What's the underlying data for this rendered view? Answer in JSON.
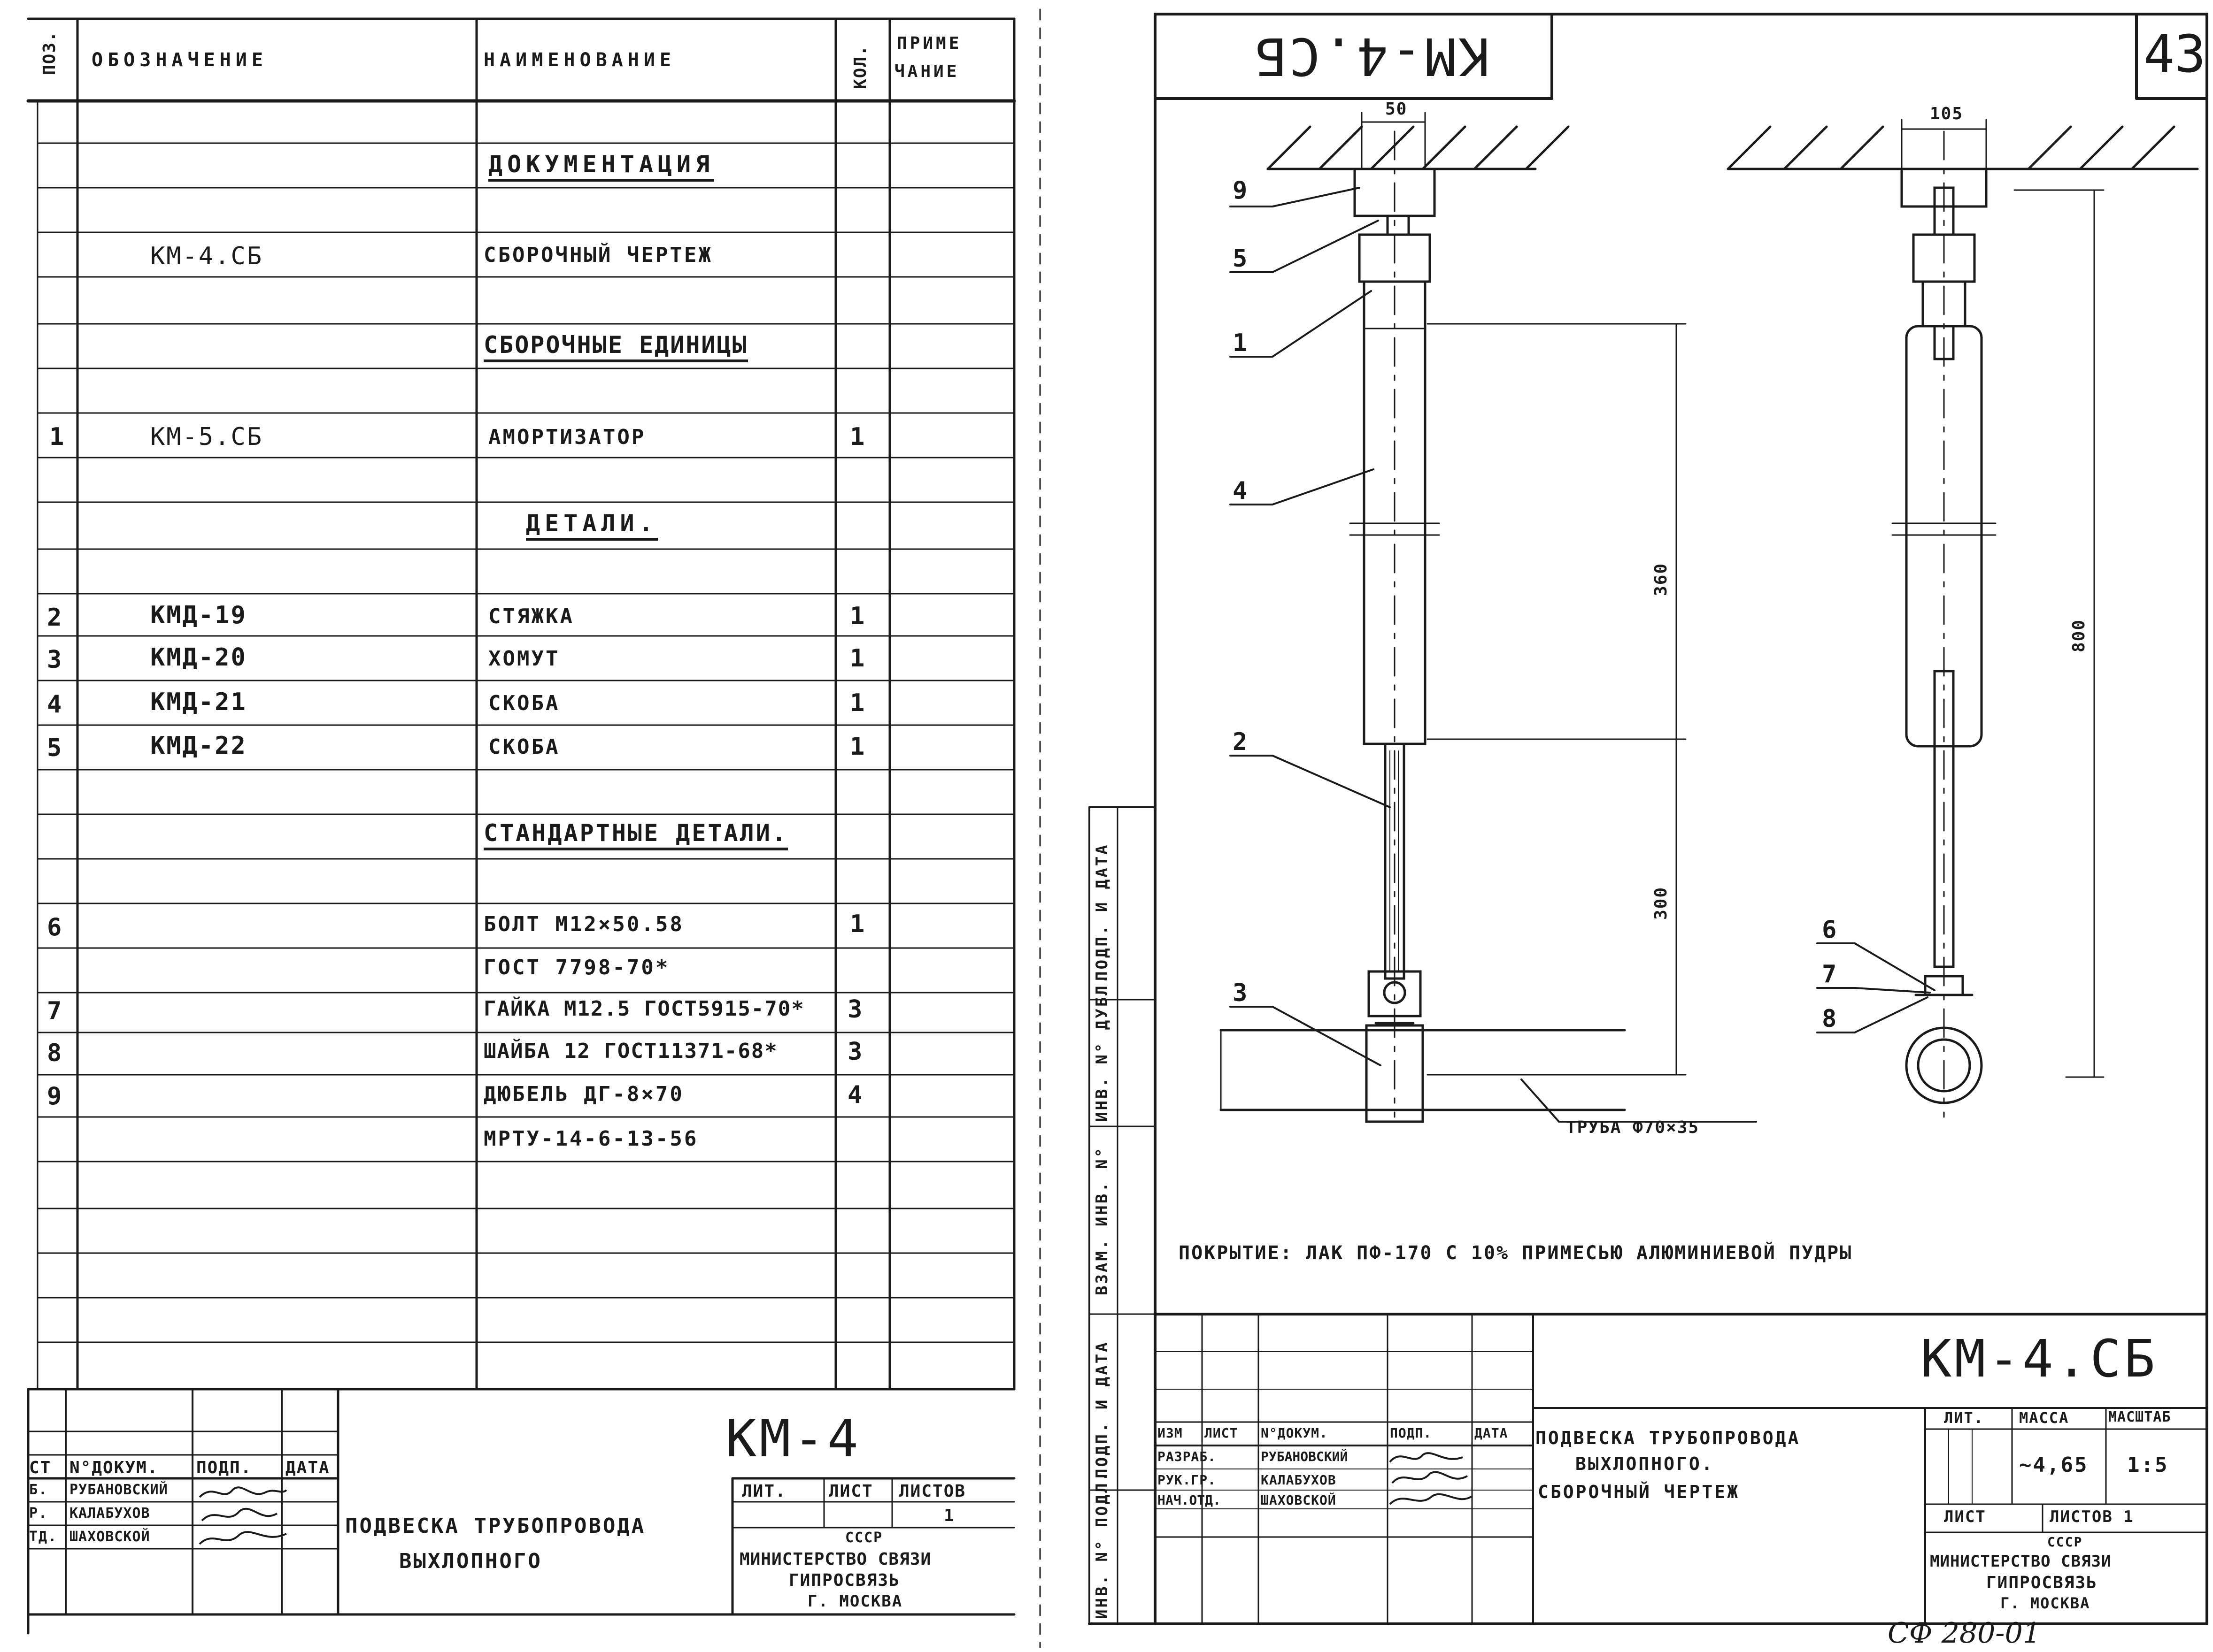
{
  "left_sheet": {
    "columns": {
      "pos": "ПОЗ.",
      "designation": "ОБОЗНАЧЕНИЕ",
      "name": "НАИМЕНОВАНИЕ",
      "qty": "КОЛ.",
      "note_1": "ПРИМЕ",
      "note_2": "ЧАНИЕ"
    },
    "sections": {
      "documentation": "ДОКУМЕНТАЦИЯ",
      "assemblies": "СБОРОЧНЫЕ ЕДИНИЦЫ",
      "details": "ДЕТАЛИ.",
      "standard": "СТАНДАРТНЫЕ ДЕТАЛИ."
    },
    "rows": [
      {
        "pos": "",
        "designation": "КМ-4.СБ",
        "name": "СБОРОЧНЫЙ ЧЕРТЕЖ",
        "qty": ""
      },
      {
        "pos": "1",
        "designation": "КМ-5.СБ",
        "name": "АМОРТИЗАТОР",
        "qty": "1"
      },
      {
        "pos": "2",
        "designation": "КМД-19",
        "name": "СТЯЖКА",
        "qty": "1"
      },
      {
        "pos": "3",
        "designation": "КМД-20",
        "name": "ХОМУТ",
        "qty": "1"
      },
      {
        "pos": "4",
        "designation": "КМД-21",
        "name": "СКОБА",
        "qty": "1"
      },
      {
        "pos": "5",
        "designation": "КМД-22",
        "name": "СКОБА",
        "qty": "1"
      },
      {
        "pos": "6",
        "designation": "",
        "name": "БОЛТ М12×50.58",
        "qty": "1"
      },
      {
        "pos": "",
        "designation": "",
        "name": "ГОСТ 7798-70*",
        "qty": ""
      },
      {
        "pos": "7",
        "designation": "",
        "name": "ГАЙКА М12.5 ГОСТ5915-70*",
        "qty": "3"
      },
      {
        "pos": "8",
        "designation": "",
        "name": "ШАЙБА 12 ГОСТ11371-68*",
        "qty": "3"
      },
      {
        "pos": "9",
        "designation": "",
        "name": "ДЮБЕЛЬ ДГ-8×70",
        "qty": "4"
      },
      {
        "pos": "",
        "designation": "",
        "name": "МРТУ-14-6-13-56",
        "qty": ""
      }
    ],
    "title_block": {
      "code": "КМ-4",
      "h_list": "СТ",
      "h_doc": "N°ДОКУМ.",
      "h_sign": "ПОДП.",
      "h_date": "ДАТА",
      "r1_role": "Б.",
      "r1_name": "РУБАНОВСКИЙ",
      "r2_role": "Р.",
      "r2_name": "КАЛАБУХОВ",
      "r3_role": "ТД.",
      "r3_name": "ШАХОВСКОЙ",
      "title_1": "ПОДВЕСКА ТРУБОПРОВОДА",
      "title_2": "ВЫХЛОПНОГО",
      "lit": "ЛИТ.",
      "sheet": "ЛИСТ",
      "sheets": "ЛИСТОВ",
      "sheets_val": "1",
      "org_1": "СССР",
      "org_2": "МИНИСТЕРСТВО СВЯЗИ",
      "org_3": "ГИПРОСВЯЗЬ",
      "org_4": "Г. МОСКВА"
    }
  },
  "right_sheet": {
    "code_top": "КМ-4.СБ",
    "page_number": "43",
    "dims": {
      "d50": "50",
      "d105": "105",
      "d360": "360",
      "d300": "300",
      "d800": "800"
    },
    "leaders": [
      "9",
      "5",
      "1",
      "4",
      "2",
      "3",
      "6",
      "7",
      "8"
    ],
    "pipe_label": "ТРУБА Ф70×35",
    "coating_note": "ПОКРЫТИЕ: ЛАК ПФ-170 С 10% ПРИМЕСЬЮ АЛЮМИНИЕВОЙ ПУДРЫ",
    "side_labels": [
      "ПОДП. И ДАТА",
      "ИНВ. N° ДУБЛ.",
      "ВЗАМ. ИНВ. N°",
      "ПОДП. И ДАТА",
      "ИНВ. N° ПОДЛ."
    ],
    "title_block": {
      "code": "КМ-4.СБ",
      "h_izm": "ИЗМ",
      "h_list": "ЛИСТ",
      "h_doc": "N°ДОКУМ.",
      "h_sign": "ПОДП.",
      "h_date": "ДАТА",
      "r1_role": "РАЗРАБ.",
      "r1_name": "РУБАНОВСКИЙ",
      "r2_role": "РУК.ГР.",
      "r2_name": "КАЛАБУХОВ",
      "r3_role": "НАЧ.ОТД.",
      "r3_name": "ШАХОВСКОЙ",
      "title_1": "ПОДВЕСКА ТРУБОПРОВОДА",
      "title_2": "ВЫХЛОПНОГО.",
      "title_3": "СБОРОЧНЫЙ ЧЕРТЕЖ",
      "lit": "ЛИТ.",
      "mass": "МАССА",
      "scale": "МАСШТАБ",
      "mass_val": "~4,65",
      "scale_val": "1:5",
      "sheet": "ЛИСТ",
      "sheets": "ЛИСТОВ 1",
      "org_1": "СССР",
      "org_2": "МИНИСТЕРСТВО СВЯЗИ",
      "org_3": "ГИПРОСВЯЗЬ",
      "org_4": "Г. МОСКВА"
    },
    "archive_number": "СФ 280-01"
  }
}
